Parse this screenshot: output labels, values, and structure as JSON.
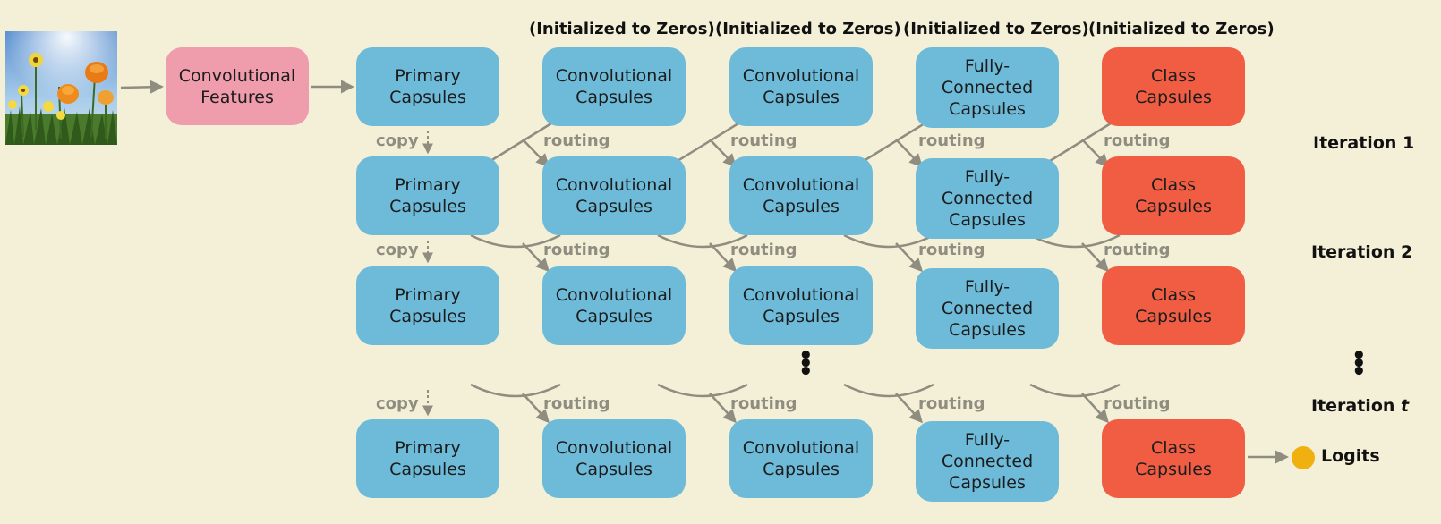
{
  "headers": {
    "conv1": "(Initialized to Zeros)",
    "conv2": "(Initialized to Zeros)",
    "fc": "(Initialized to Zeros)",
    "class": "(Initialized to Zeros)"
  },
  "input": {
    "conv_features": "Convolutional\nFeatures"
  },
  "node_labels": {
    "primary": "Primary\nCapsules",
    "conv": "Convolutional\nCapsules",
    "fc": "Fully-\nConnected\nCapsules",
    "class": "Class\nCapsules"
  },
  "edge_labels": {
    "copy": "copy",
    "routing": "routing"
  },
  "iterations": {
    "first": "Iteration 1",
    "second": "Iteration 2",
    "last_prefix": "Iteration ",
    "last_var": "t"
  },
  "ellipsis": "•\n•\n•",
  "output": {
    "logits": "Logits"
  },
  "colors": {
    "background": "#f4f0d8",
    "capsule_blue": "#6dbbd9",
    "class_red": "#f05d43",
    "features_pink": "#ef9cad",
    "arrow_gray": "#8f8d80",
    "logit_gold": "#f0b010"
  }
}
